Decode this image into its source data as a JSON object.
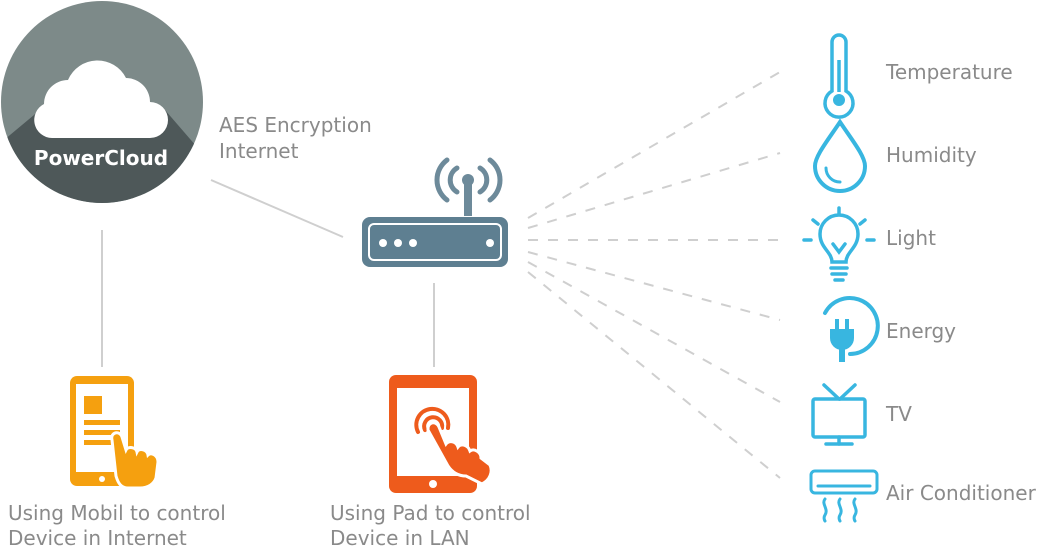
{
  "cloud": {
    "label": "PowerCloud"
  },
  "link_internet": {
    "line1": "AES Encryption",
    "line2": "Internet"
  },
  "mobile": {
    "line1": "Using Mobil to control",
    "line2": "Device in Internet"
  },
  "pad": {
    "line1": "Using Pad to control",
    "line2": "Device in LAN"
  },
  "devices": [
    {
      "label": "Temperature",
      "icon": "thermometer-icon"
    },
    {
      "label": "Humidity",
      "icon": "water-drop-icon"
    },
    {
      "label": "Light",
      "icon": "light-bulb-icon"
    },
    {
      "label": "Energy",
      "icon": "power-plug-icon"
    },
    {
      "label": "TV",
      "icon": "tv-icon"
    },
    {
      "label": "Air Conditioner",
      "icon": "air-conditioner-icon"
    }
  ],
  "colors": {
    "cloud_bg": "#7d8a89",
    "cloud_shadow": "#4e5859",
    "router": "#5e7f91",
    "router_antenna": "#6d8a9a",
    "device_blue": "#38b6e0",
    "mobile_orange": "#f5a00f",
    "pad_orange": "#ee5b1c",
    "line_gray": "#cfcfcf",
    "text_gray": "#8a8a8a"
  }
}
